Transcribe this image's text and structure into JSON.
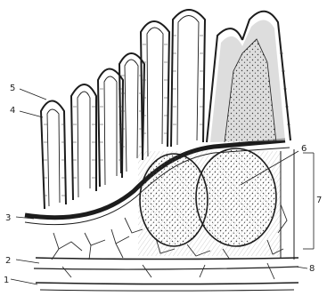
{
  "figure": {
    "labels": [
      {
        "id": "l1",
        "text": "1"
      },
      {
        "id": "l2",
        "text": "2"
      },
      {
        "id": "l3",
        "text": "3"
      },
      {
        "id": "l4",
        "text": "4"
      },
      {
        "id": "l5",
        "text": "5"
      },
      {
        "id": "l6",
        "text": "6"
      },
      {
        "id": "l7",
        "text": "7"
      },
      {
        "id": "l8",
        "text": "8"
      }
    ],
    "villus_count": 7,
    "lymphoid_nodule_count": 2,
    "colors": {
      "ink": "#1c1c1c",
      "paper": "#ffffff",
      "stipple": "#3a3a3a",
      "shade": "#cfcfcf"
    }
  }
}
